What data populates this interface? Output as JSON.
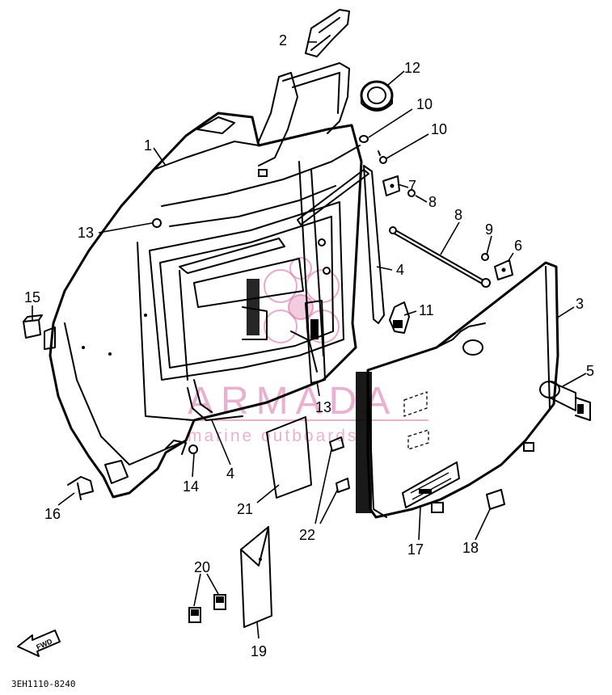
{
  "diagram": {
    "callouts": [
      {
        "id": "c1",
        "label": "1"
      },
      {
        "id": "c2",
        "label": "2"
      },
      {
        "id": "c3",
        "label": "3"
      },
      {
        "id": "c4a",
        "label": "4"
      },
      {
        "id": "c4b",
        "label": "4"
      },
      {
        "id": "c5",
        "label": "5"
      },
      {
        "id": "c6",
        "label": "6"
      },
      {
        "id": "c7",
        "label": "7"
      },
      {
        "id": "c8a",
        "label": "8"
      },
      {
        "id": "c8b",
        "label": "8"
      },
      {
        "id": "c9",
        "label": "9"
      },
      {
        "id": "c10a",
        "label": "10"
      },
      {
        "id": "c10b",
        "label": "10"
      },
      {
        "id": "c11",
        "label": "11"
      },
      {
        "id": "c12",
        "label": "12"
      },
      {
        "id": "c13a",
        "label": "13"
      },
      {
        "id": "c13b",
        "label": "13"
      },
      {
        "id": "c14",
        "label": "14"
      },
      {
        "id": "c15",
        "label": "15"
      },
      {
        "id": "c16",
        "label": "16"
      },
      {
        "id": "c17",
        "label": "17"
      },
      {
        "id": "c18",
        "label": "18"
      },
      {
        "id": "c19",
        "label": "19"
      },
      {
        "id": "c20",
        "label": "20"
      },
      {
        "id": "c21",
        "label": "21"
      },
      {
        "id": "c22",
        "label": "22"
      }
    ],
    "reference_code": "3EH1110-8240",
    "forward_arrow_text": "FWD"
  },
  "watermark": {
    "title": "ARMADA",
    "subtitle": "marine outboards",
    "color": "#d96fa8"
  }
}
